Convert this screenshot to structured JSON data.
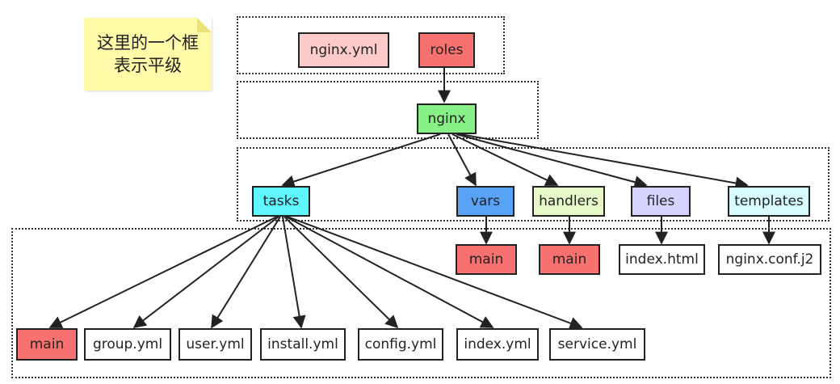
{
  "note": {
    "line1": "这里的一个框",
    "line2": "表示平级"
  },
  "colors": {
    "red": "#f87171",
    "pink": "#fecaca",
    "green": "#86ef86",
    "cyan": "#5ff7ff",
    "blue": "#5aa2f5",
    "lightgreen": "#e6f7c8",
    "lavender": "#d6d4ff",
    "paleCyan": "#d7fbff",
    "white": "#ffffff"
  },
  "nodes": {
    "nginx_yml": "nginx.yml",
    "roles": "roles",
    "nginx": "nginx",
    "tasks": "tasks",
    "vars": "vars",
    "handlers": "handlers",
    "files": "files",
    "templates": "templates",
    "vars_main": "main",
    "handlers_main": "main",
    "index_html": "index.html",
    "nginx_conf_j2": "nginx.conf.j2",
    "tasks_main": "main",
    "group_yml": "group.yml",
    "user_yml": "user.yml",
    "install_yml": "install.yml",
    "config_yml": "config.yml",
    "index_yml": "index.yml",
    "service_yml": "service.yml"
  }
}
